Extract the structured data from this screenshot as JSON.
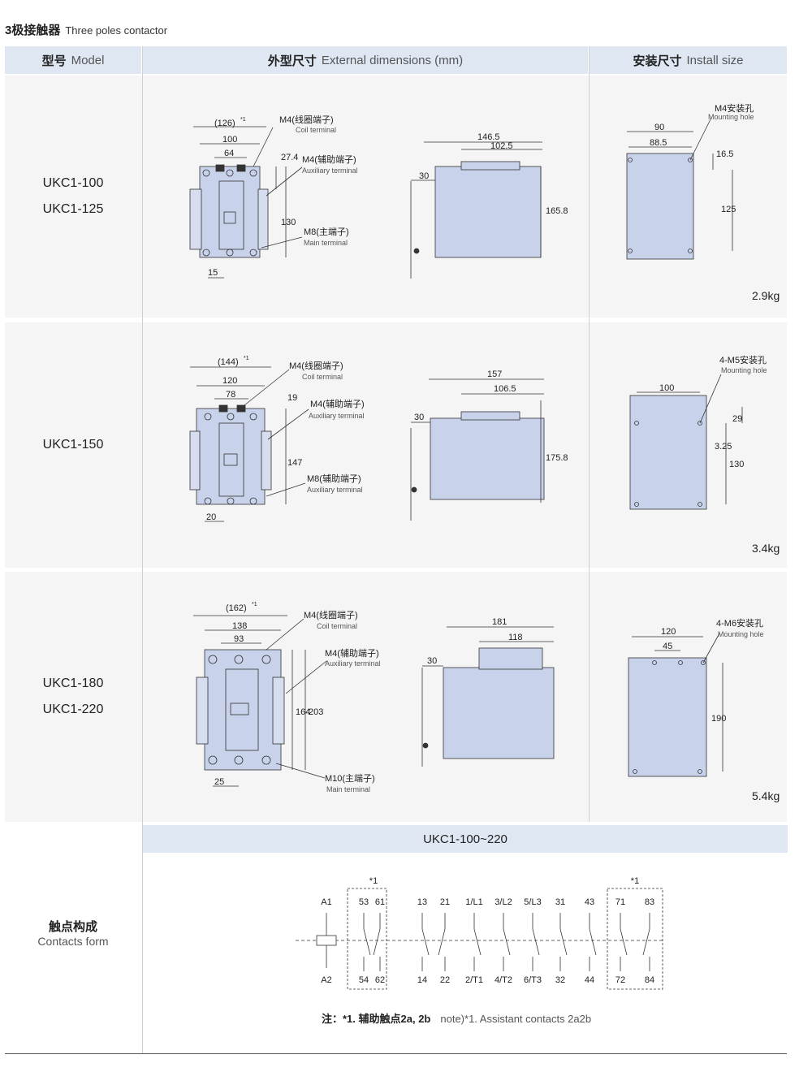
{
  "section": {
    "title_cn": "3极接触器",
    "title_en": "Three poles contactor"
  },
  "headers": {
    "model": {
      "cn": "型号",
      "en": "Model"
    },
    "external": {
      "cn": "外型尺寸",
      "en": "External dimensions (mm)"
    },
    "install": {
      "cn": "安装尺寸",
      "en": "Install size"
    }
  },
  "rows": [
    {
      "models": [
        "UKC1-100",
        "UKC1-125"
      ],
      "weight": "2.9kg",
      "front": {
        "overall": "(126)",
        "star": "*1",
        "width": "100",
        "inner": "64",
        "h1": "27.4",
        "h2": "130",
        "foot": "15",
        "coil_cn": "M4(线圈端子)",
        "coil_en": "Coil terminal",
        "aux_cn": "M4(辅助端子)",
        "aux_en": "Auxiliary terminal",
        "main_cn": "M8(主端子)",
        "main_en": "Main terminal"
      },
      "side": {
        "depth": "146.5",
        "depth2": "102.5",
        "rail": "30",
        "height": "165.8"
      },
      "install": {
        "hole_cn": "M4安装孔",
        "hole_en": "Mounting hole",
        "w1": "90",
        "w2": "88.5",
        "h1": "16.5",
        "h2": "125"
      }
    },
    {
      "models": [
        "UKC1-150"
      ],
      "weight": "3.4kg",
      "front": {
        "overall": "(144)",
        "star": "*1",
        "width": "120",
        "inner": "78",
        "h1": "19",
        "h2": "147",
        "foot": "20",
        "coil_cn": "M4(线圈端子)",
        "coil_en": "Coil terminal",
        "aux_cn": "M4(辅助端子)",
        "aux_en": "Auxiliary terminal",
        "main_cn": "M8(辅助端子)",
        "main_en": "Auxiliary terminal"
      },
      "side": {
        "depth": "157",
        "depth2": "106.5",
        "rail": "30",
        "height": "175.8"
      },
      "install": {
        "hole_cn": "4-M5安装孔",
        "hole_en": "Mounting hole",
        "w1": "100",
        "h1": "29",
        "h3": "3.25",
        "h2": "130"
      }
    },
    {
      "models": [
        "UKC1-180",
        "UKC1-220"
      ],
      "weight": "5.4kg",
      "front": {
        "overall": "(162)",
        "star": "*1",
        "width": "138",
        "inner": "93",
        "h1": "164",
        "h2": "203",
        "foot": "25",
        "coil_cn": "M4(线圈端子)",
        "coil_en": "Coil terminal",
        "aux_cn": "M4(辅助端子)",
        "aux_en": "Auxiliary terminal",
        "main_cn": "M10(主端子)",
        "main_en": "Main terminal"
      },
      "side": {
        "depth": "181",
        "depth2": "118",
        "rail": "30"
      },
      "install": {
        "hole_cn": "4-M6安装孔",
        "hole_en": "Mounting hole",
        "w1": "120",
        "w2": "45",
        "h2": "190"
      }
    }
  ],
  "contacts": {
    "header": "UKC1-100~220",
    "label_cn": "触点构成",
    "label_en": "Contacts form",
    "star": "*1",
    "top_labels": [
      "A1",
      "53",
      "61",
      "13",
      "21",
      "1/L1",
      "3/L2",
      "5/L3",
      "31",
      "43",
      "71",
      "83"
    ],
    "bottom_labels": [
      "A2",
      "54",
      "62",
      "14",
      "22",
      "2/T1",
      "4/T2",
      "6/T3",
      "32",
      "44",
      "72",
      "84"
    ],
    "note_cn": "注：*1. 辅助触点2a, 2b",
    "note_en": "note)*1. Assistant contacts 2a2b"
  },
  "colors": {
    "header_bg": "#dfe7f3",
    "body_fill": "#c8d2ea",
    "row_bg": "#f5f5f5"
  }
}
